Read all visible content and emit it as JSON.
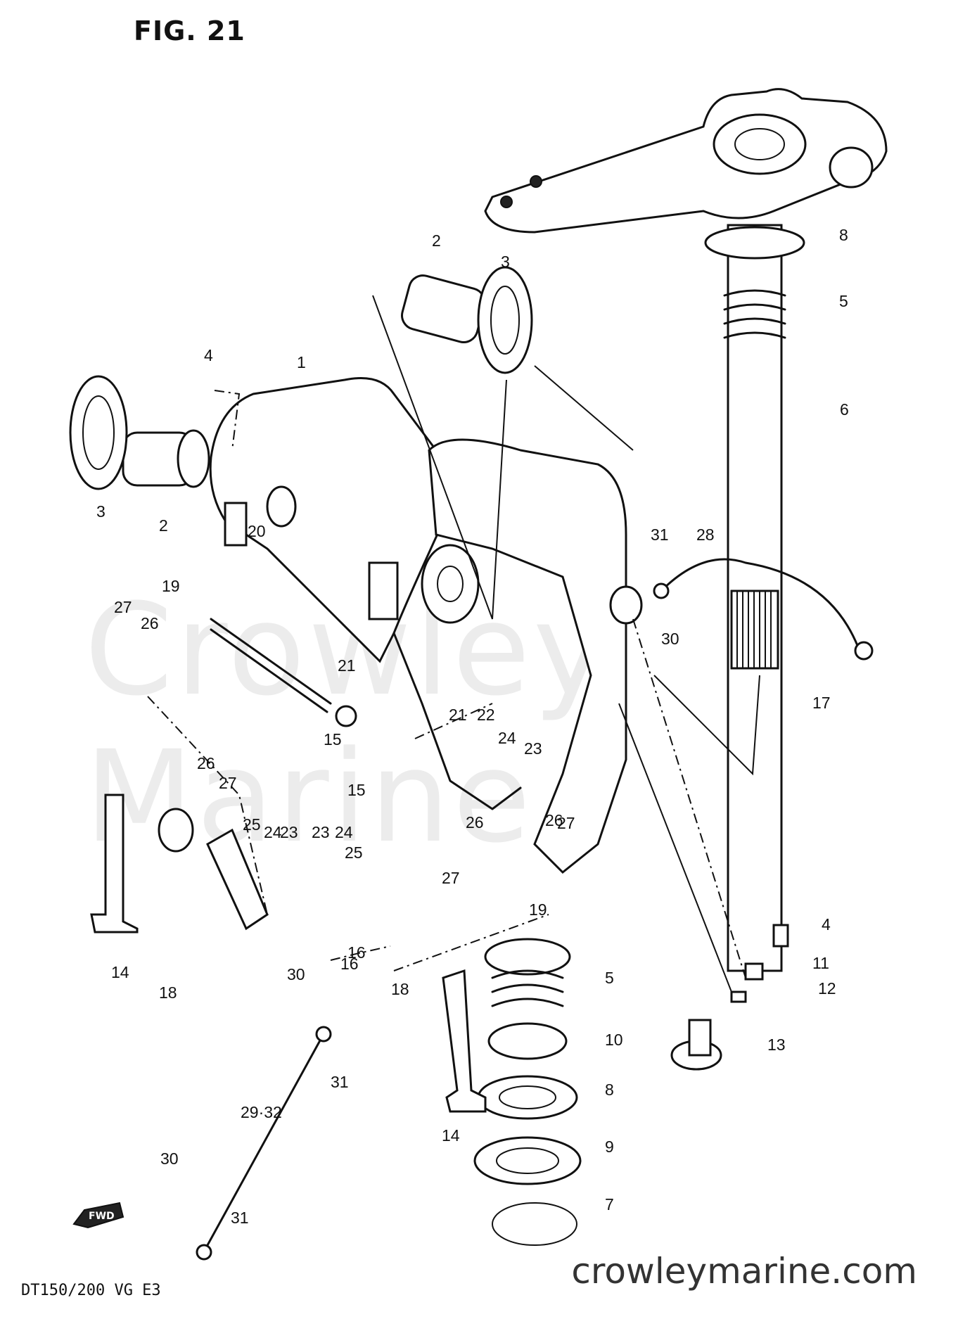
{
  "figure_title": "FIG. 21",
  "model_code": "DT150/200  VG  E3",
  "watermark": "Crowley Marine",
  "website": "crowleymarine.com",
  "fwd_badge": "FWD",
  "callouts": [
    "1",
    "2",
    "2",
    "3",
    "3",
    "4",
    "4",
    "5",
    "5",
    "6",
    "7",
    "8",
    "8",
    "9",
    "10",
    "11",
    "12",
    "13",
    "14",
    "14",
    "15",
    "15",
    "16",
    "16",
    "17",
    "18",
    "18",
    "19",
    "19",
    "20",
    "21",
    "21",
    "22",
    "23",
    "23",
    "23",
    "24",
    "24",
    "24",
    "25",
    "25",
    "26",
    "26",
    "26",
    "26",
    "27",
    "27",
    "27",
    "27",
    "28",
    "29·32",
    "30",
    "30",
    "30",
    "31",
    "31",
    "31"
  ]
}
